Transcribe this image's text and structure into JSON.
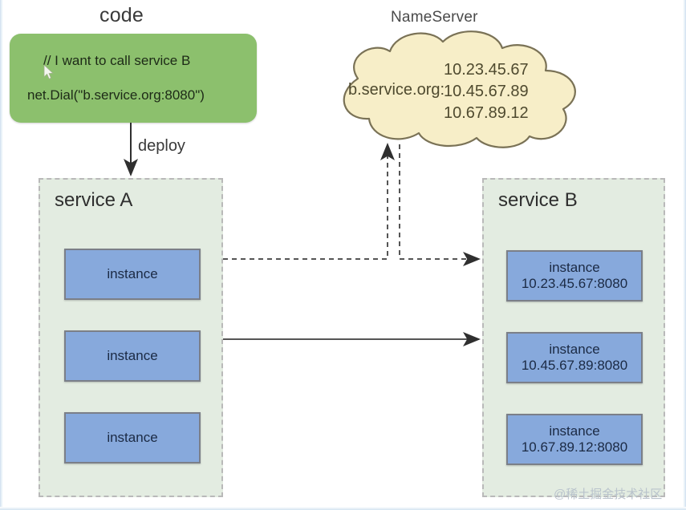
{
  "diagram": {
    "code_section": {
      "title": "code",
      "line_1": "// I want to call service B",
      "line_2": "net.Dial(\"b.service.org:8080\")",
      "cursor_icon": "mouse-pointer-icon",
      "box_color": "#8cc06d"
    },
    "nameserver": {
      "title": "NameServer",
      "domain": "b.service.org:",
      "ip_addresses": [
        "10.23.45.67",
        "10.45.67.89",
        "10.67.89.12"
      ],
      "cloud_color": "#f7eec8",
      "cloud_border_color": "#7a7256"
    },
    "service_a": {
      "label": "service A",
      "panel_color": "#e3ece1",
      "instances": [
        {
          "name": "instance",
          "address": ""
        },
        {
          "name": "instance",
          "address": ""
        },
        {
          "name": "instance",
          "address": ""
        }
      ]
    },
    "service_b": {
      "label": "service B",
      "panel_color": "#e3ece1",
      "instance_color": "#87a9dc",
      "instances": [
        {
          "name": "instance",
          "address": "10.23.45.67:8080"
        },
        {
          "name": "instance",
          "address": "10.45.67.89:8080"
        },
        {
          "name": "instance",
          "address": "10.67.89.12:8080"
        }
      ]
    },
    "connectors": {
      "deploy_label": "deploy"
    },
    "watermark": "@稀土掘金技术社区"
  }
}
